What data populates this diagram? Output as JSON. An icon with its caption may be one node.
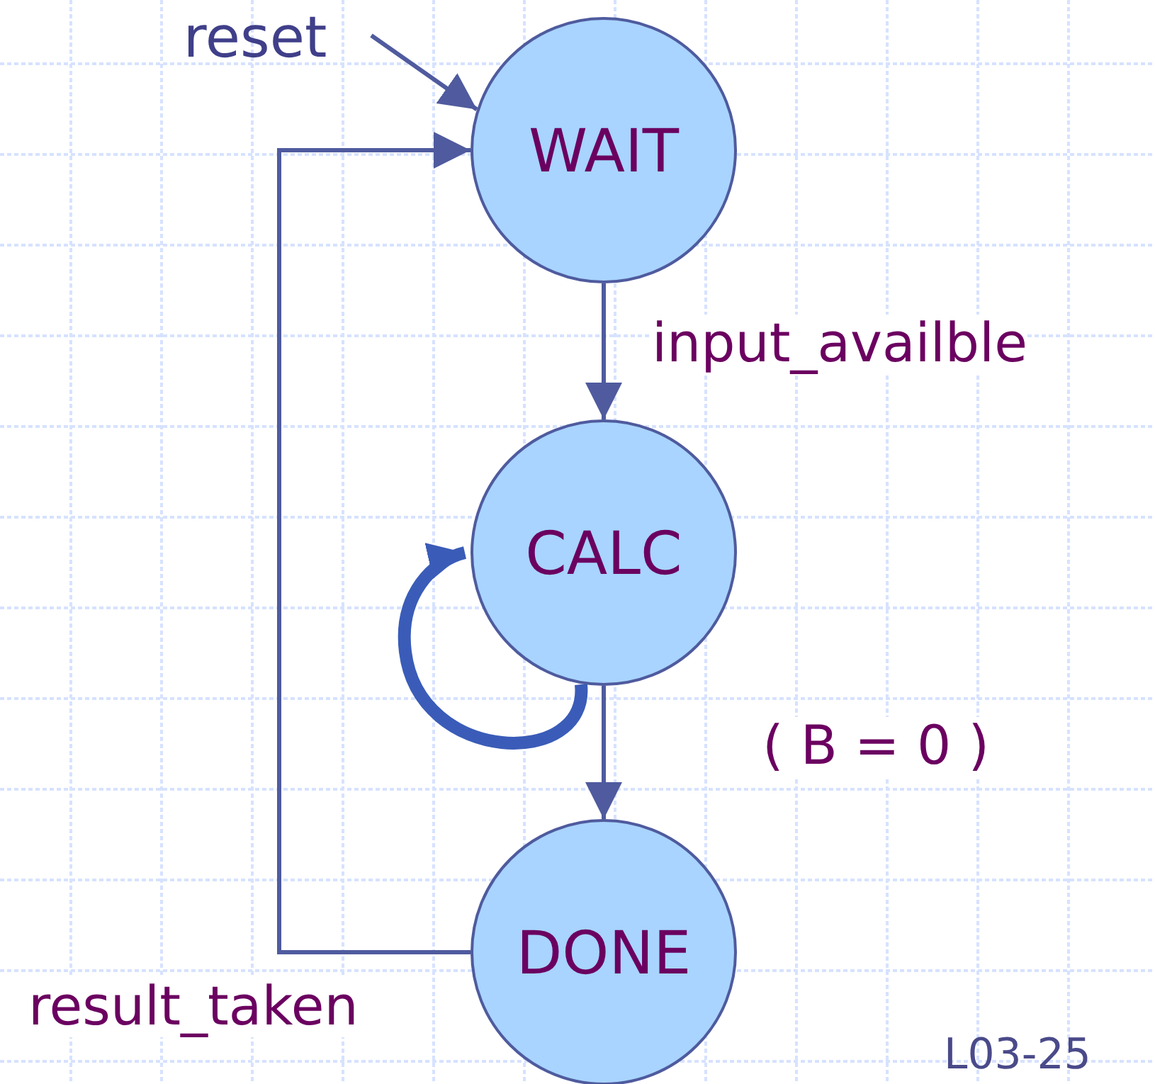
{
  "diagram": {
    "nodes": [
      {
        "text": [
          "reset"
        ]
      },
      {
        "text": [
          "WAIT"
        ]
      },
      {
        "text": [
          "CALC"
        ]
      },
      {
        "text": [
          "DONE"
        ]
      }
    ],
    "edges": [
      {
        "from": 0,
        "to": 1,
        "arrow": "to"
      },
      {
        "from": 1,
        "to": 2,
        "arrow": "to",
        "label": "input_availble"
      },
      {
        "from": 2,
        "to": 2,
        "arrow": "to",
        "style": "thick",
        "color": "#3a5cb8"
      },
      {
        "from": 2,
        "to": 3,
        "arrow": "to",
        "label": "( B = 0 )"
      },
      {
        "from": 3,
        "to": 1,
        "arrow": "to",
        "label": "result_taken"
      }
    ],
    "labels": [
      "L03-25"
    ]
  }
}
